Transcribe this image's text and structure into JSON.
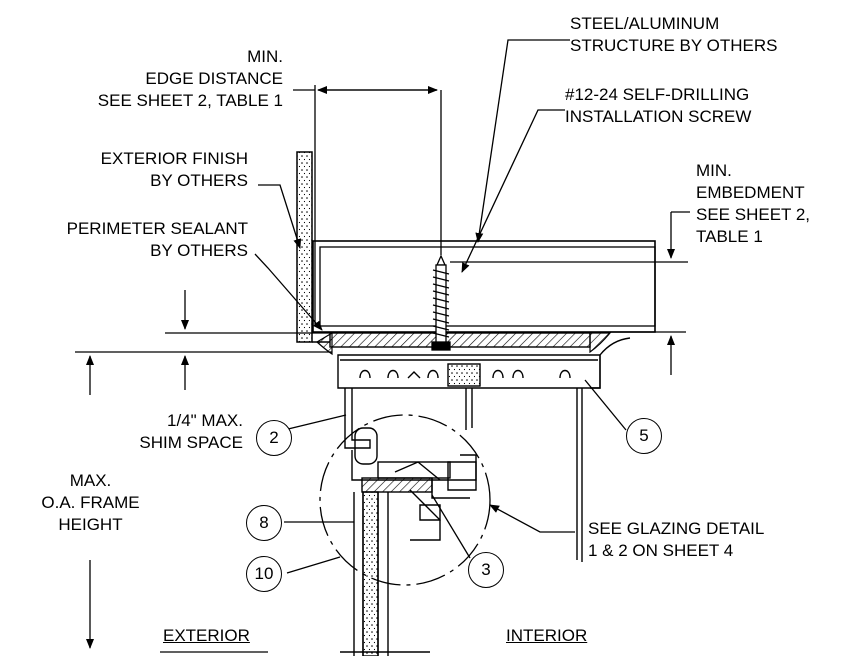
{
  "labels": {
    "structure": [
      "STEEL/ALUMINUM",
      "STRUCTURE BY OTHERS"
    ],
    "screw": [
      "#12-24 SELF-DRILLING",
      "INSTALLATION SCREW"
    ],
    "edge_distance": [
      "MIN.",
      "EDGE DISTANCE",
      "SEE SHEET 2, TABLE 1"
    ],
    "exterior_finish": [
      "EXTERIOR FINISH",
      "BY OTHERS"
    ],
    "perimeter_sealant": [
      "PERIMETER SEALANT",
      "BY OTHERS"
    ],
    "embedment": [
      "MIN.",
      "EMBEDMENT",
      "SEE SHEET 2,",
      "TABLE 1"
    ],
    "shim_space": [
      "1/4\" MAX.",
      "SHIM SPACE"
    ],
    "frame_height": [
      "MAX.",
      "O.A. FRAME",
      "HEIGHT"
    ],
    "glazing_detail": [
      "SEE GLAZING DETAIL",
      "1 & 2 ON SHEET 4"
    ],
    "exterior": "EXTERIOR",
    "interior": "INTERIOR"
  },
  "callouts": [
    "2",
    "5",
    "8",
    "10",
    "3"
  ]
}
